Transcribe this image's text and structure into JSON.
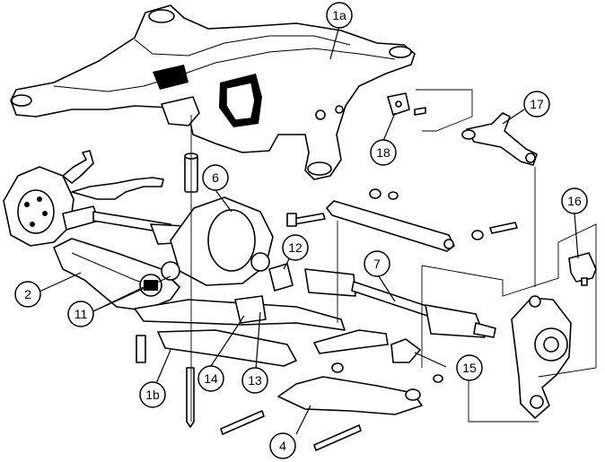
{
  "callouts": [
    {
      "id": "1a",
      "label": "1a"
    },
    {
      "id": "1b",
      "label": "1b"
    },
    {
      "id": "2",
      "label": "2"
    },
    {
      "id": "4",
      "label": "4"
    },
    {
      "id": "6",
      "label": "6"
    },
    {
      "id": "7",
      "label": "7"
    },
    {
      "id": "11",
      "label": "11"
    },
    {
      "id": "12",
      "label": "12"
    },
    {
      "id": "13",
      "label": "13"
    },
    {
      "id": "14",
      "label": "14"
    },
    {
      "id": "15",
      "label": "15"
    },
    {
      "id": "16",
      "label": "16"
    },
    {
      "id": "17",
      "label": "17"
    },
    {
      "id": "18",
      "label": "18"
    }
  ]
}
